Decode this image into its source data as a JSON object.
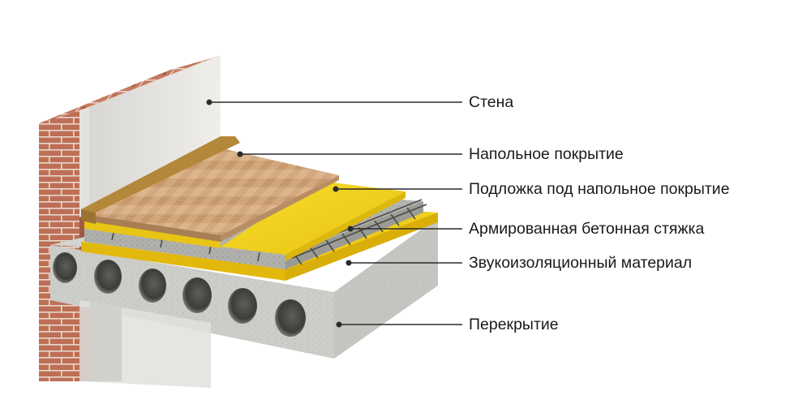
{
  "labels": {
    "wall": "Стена",
    "floor_covering": "Напольное покрытие",
    "underlay": "Подложка под напольное покрытие",
    "screed": "Армированная бетонная стяжка",
    "soundproofing": "Звукоизоляционный материал",
    "slab": "Перекрытие"
  },
  "colors": {
    "brick": "#b86a52",
    "wall_plaster": "#e6e4e0",
    "parquet": "#cfa57a",
    "underlay_yellow": "#f2d21a",
    "screed_grey": "#b0b0ac",
    "slab_grey": "#cfcfcb",
    "leader_line": "#2b2b2b"
  }
}
